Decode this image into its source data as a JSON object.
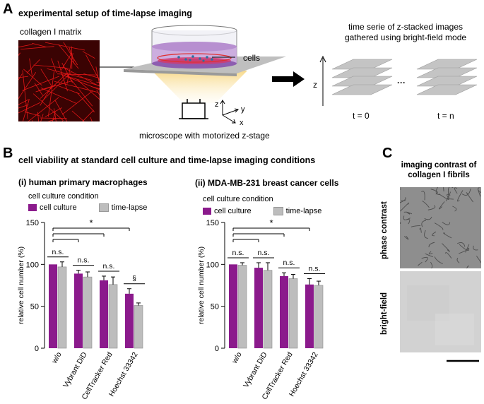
{
  "panelA": {
    "letter": "A",
    "title": "experimental setup of time-lapse imaging",
    "matrix_label": "collagen I matrix",
    "cells_label": "cells",
    "microscope_label": "microscope with motorized z-stage",
    "axes": {
      "z": "z",
      "y": "y",
      "x": "x"
    },
    "stack_title_1": "time serie of z-stacked images",
    "stack_title_2": "gathered using bright-field mode",
    "z_axis": "z",
    "ellipsis": "···",
    "t0": "t = 0",
    "tn": "t = n"
  },
  "panelB": {
    "letter": "B",
    "title": "cell viability at standard cell culture and time-lapse imaging conditions",
    "legend_title": "cell culture condition",
    "colors": {
      "culture": "#8b1a8c",
      "lapse": "#bdbdbd"
    }
  },
  "panelC": {
    "letter": "C",
    "title_1": "imaging contrast of",
    "title_2": "collagen I fibrils",
    "phase_label": "phase contrast",
    "bright_label": "bright-field"
  },
  "chart_data": [
    {
      "type": "bar",
      "title": "(i) human primary macrophages",
      "ylabel": "relative cell number (%)",
      "ylim": [
        0,
        150
      ],
      "yticks": [
        0,
        50,
        100,
        150
      ],
      "categories": [
        "w/o",
        "Vybrant DiD",
        "CellTracker Red",
        "Hoechst 33342"
      ],
      "series": [
        {
          "name": "cell culture",
          "values": [
            100,
            89,
            81,
            65
          ],
          "errors": [
            0,
            4,
            5,
            6
          ]
        },
        {
          "name": "time-lapse",
          "values": [
            97,
            85,
            76,
            51
          ],
          "errors": [
            6,
            6,
            9,
            3
          ]
        }
      ],
      "annotations": [
        "n.s.",
        "n.s.",
        "n.s.",
        "§",
        "*"
      ]
    },
    {
      "type": "bar",
      "title": "(ii) MDA-MB-231 breast cancer cells",
      "ylabel": "relative cell number (%)",
      "ylim": [
        0,
        150
      ],
      "yticks": [
        0,
        50,
        100,
        150
      ],
      "categories": [
        "w/o",
        "Vybrant DiD",
        "CellTracker Red",
        "Hoechst 33342"
      ],
      "series": [
        {
          "name": "cell culture",
          "values": [
            100,
            96,
            86,
            76
          ],
          "errors": [
            0,
            6,
            4,
            7
          ]
        },
        {
          "name": "time-lapse",
          "values": [
            99,
            93,
            83,
            75
          ],
          "errors": [
            3,
            9,
            5,
            5
          ]
        }
      ],
      "annotations": [
        "n.s.",
        "n.s.",
        "n.s.",
        "n.s.",
        "*"
      ]
    }
  ]
}
